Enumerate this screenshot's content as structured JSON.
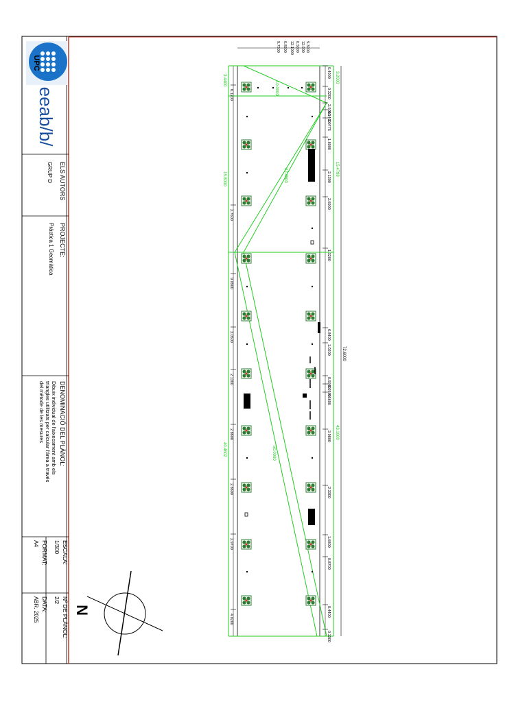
{
  "title_block": {
    "authors_label": "ELS AUTORS",
    "authors_value": "GRUP D",
    "project_label": "PROJECTE:",
    "project_value": "Pràctica 1 Geomàtica",
    "denomination_label": "DENOMINACIÓ DEL PLÀNOL:",
    "denomination_lines": [
      "Dibuix individual de l'aixecament amb els",
      "triangles utilitzats per calcular l'àrea a través",
      "del mètode de les mesures"
    ],
    "scale_label": "ESCALA:",
    "scale_value": "1/300",
    "format_label": "FORMAT:",
    "format_value": "A4",
    "plan_label": "Nº DE PLÀNOL:",
    "plan_value": "2/2",
    "date_label": "DATA:",
    "date_value": "ABR. 2025",
    "logo_upc": "UPC",
    "logo_eeab": "eeab/b/"
  },
  "north_label": "N",
  "colors": {
    "frame_red": "#c0392b",
    "green": "#22cc22",
    "dim": "#000000",
    "tree_green": "#2e7d32"
  },
  "plan": {
    "top_dims": [
      "0.4000",
      "0.3200",
      "2.5000",
      "0.1460",
      "3.0775",
      "1.8000",
      "2.1300",
      "2.6900",
      "1.3200",
      "6.8400",
      "1.0200",
      "0.5900",
      "0.2600",
      "4.5600",
      "2.9800",
      "2.3300",
      "1.6800",
      "0.8700",
      "0.4400",
      "0.1300"
    ],
    "bottom_dims": [
      "6.1200",
      "2.7600",
      "9.0900",
      "3.0500",
      "2.1300",
      "2.8600",
      "2.8600",
      "2.9700",
      "4.0200"
    ],
    "left_stack": [
      "9.7500",
      "0.8500",
      "12.1000",
      "0.5000",
      "12.000",
      "9.3000"
    ],
    "total_length": "72.6000",
    "green_bottom": [
      "3.4400",
      "15.8000",
      "40.4602"
    ],
    "green_top": [
      "3.2000",
      "15.4798",
      "43.1000"
    ],
    "green_diagonals": [
      "10.0000",
      "22.4500",
      "50.0000"
    ]
  }
}
